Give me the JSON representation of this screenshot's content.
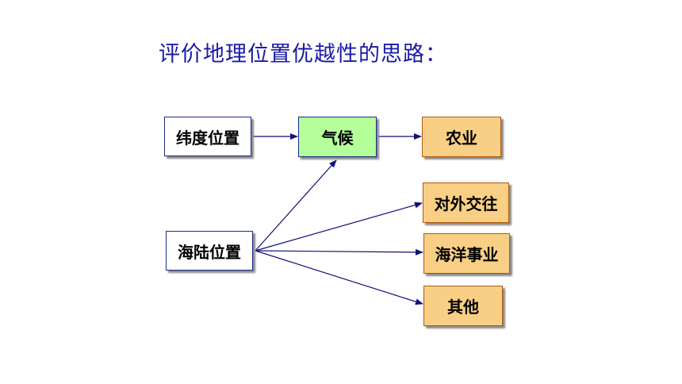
{
  "title": "评价地理位置优越性的思路：",
  "nodes": {
    "latitude": "纬度位置",
    "land_sea": "海陆位置",
    "climate": "气候",
    "agriculture": "农业",
    "foreign_exchange": "对外交往",
    "marine_industry": "海洋事业",
    "other": "其他"
  },
  "colors": {
    "title": "#1a1aa6",
    "arrow": "#10107a",
    "climate_fill": "#b4ff9a",
    "outcome_fill": "#f8cf84",
    "outcome_border": "#b05a10"
  }
}
